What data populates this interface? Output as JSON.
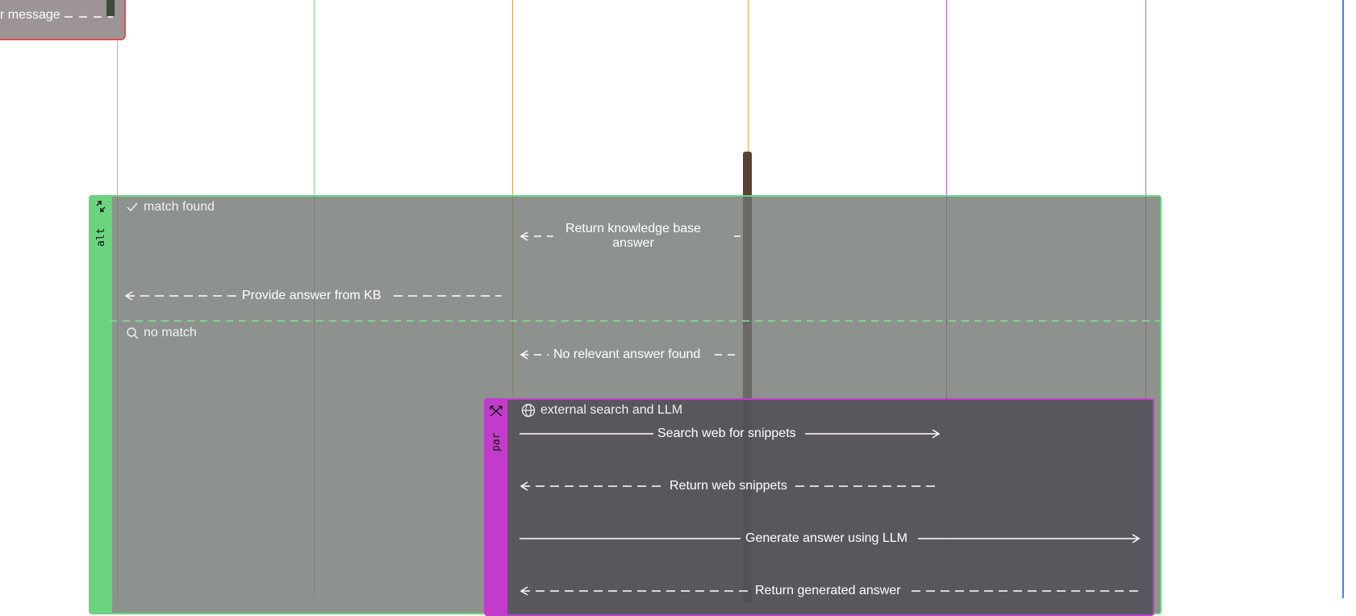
{
  "colors": {
    "alt_frame": "#6ad47f",
    "alt_fill": "#8f9490",
    "par_frame": "#c23ccc",
    "par_fill": "#5f5d62",
    "lifeline_green": "#7fd98c",
    "lifeline_orange": "#d9a24a",
    "lifeline_purple": "#c05ad0",
    "activation": "#5a4232",
    "note_fill": "#9c9496",
    "note_border": "#d9534f",
    "page_edge": "#4f7fe6"
  },
  "note": {
    "text": "r message",
    "icon": "dashed-arrow"
  },
  "alt_frame": {
    "keyword": "alt",
    "icon": "collapse-arrows-icon",
    "regions": [
      {
        "label": "match found",
        "icon": "check-icon"
      },
      {
        "label": "no match",
        "icon": "search-icon"
      }
    ]
  },
  "par_frame": {
    "keyword": "par",
    "icon": "collapse-arrows-icon",
    "region": {
      "label": "external search and LLM",
      "icon": "globe-icon"
    }
  },
  "messages": {
    "return_kb": "Return knowledge base answer",
    "provide_kb": "Provide answer from KB",
    "no_relevant": "No relevant answer found",
    "search_web": "Search web for snippets",
    "return_snippets": "Return web snippets",
    "generate_llm": "Generate answer using LLM",
    "return_generated": "Return generated answer"
  }
}
